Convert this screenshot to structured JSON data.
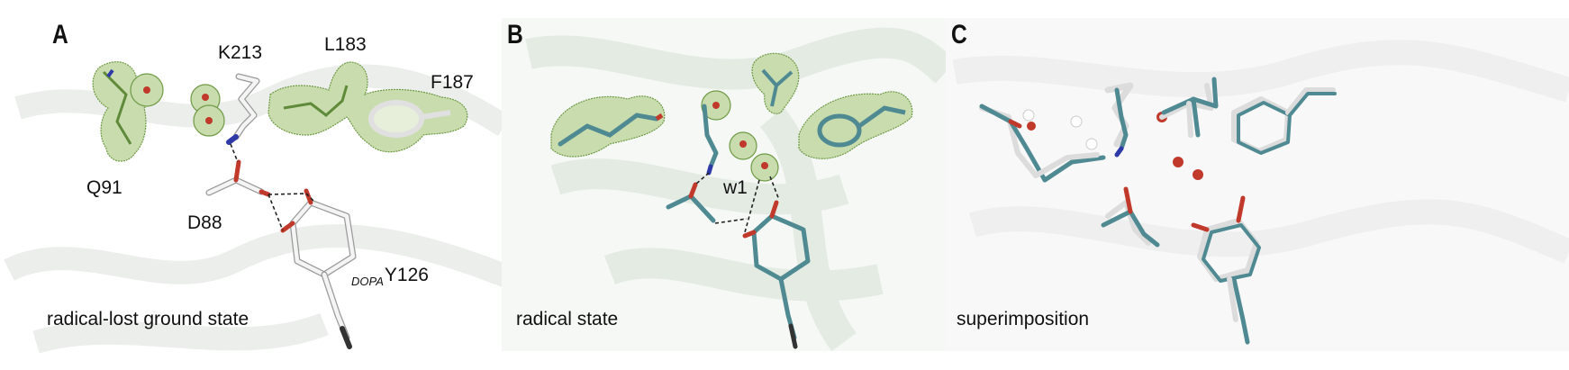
{
  "colors": {
    "density_mesh": "#6f9a45",
    "density_fill": "#c9dcae",
    "carbon_white": "#e8e8e8",
    "carbon_teal": "#4f8a92",
    "nitrogen": "#2f3aa8",
    "oxygen": "#c0392b",
    "background_ribbon": "#eef3ee"
  },
  "panel_a": {
    "letter": "A",
    "caption": "radical-lost ground state",
    "residues": {
      "k213": "K213",
      "l183": "L183",
      "f187": "F187",
      "q91": "Q91",
      "d88": "D88",
      "y126_sub": "DOPA",
      "y126": "Y126"
    }
  },
  "panel_b": {
    "letter": "B",
    "caption": "radical state",
    "water": "w1"
  },
  "panel_c": {
    "letter": "C",
    "caption": "superimposition"
  }
}
